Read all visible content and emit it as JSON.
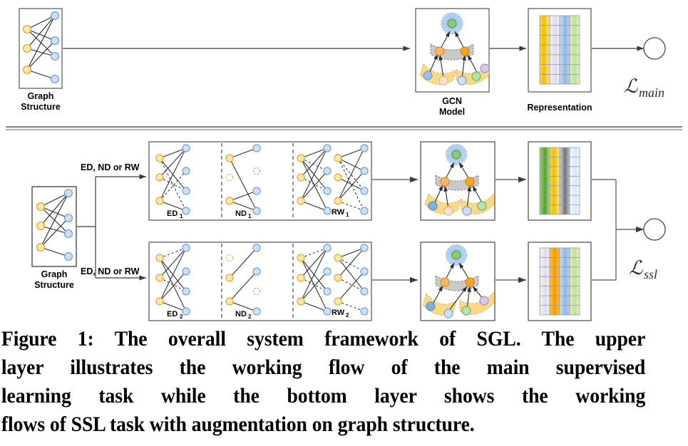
{
  "figure": {
    "caption_lines": [
      "Figure 1: The overall system framework of SGL. The upper",
      "layer illustrates the working flow of the main supervised",
      "learning task while the bottom layer shows the working",
      "flows of SSL task with augmentation on graph structure."
    ],
    "caption_full": "Figure 1: The overall system framework of SGL. The upper layer illustrates the working flow of the main supervised learning task while the bottom layer shows the working flows of SSL task with augmentation on graph structure."
  },
  "labels": {
    "graph_structure_top": "Graph\nStructure",
    "graph_structure_line1": "Graph",
    "graph_structure_line2": "Structure",
    "gcn_model_line1": "GCN",
    "gcn_model_line2": "Model",
    "representation": "Representation",
    "aug_choice": "ED, ND or RW",
    "ed1_base": "ED",
    "ed1_sub": "1",
    "nd1_base": "ND",
    "nd1_sub": "1",
    "rw1_base": "RW",
    "rw1_sub": "1",
    "ed2_base": "ED",
    "ed2_sub": "2",
    "nd2_base": "ND",
    "nd2_sub": "2",
    "rw2_base": "RW",
    "rw2_sub": "2",
    "loss_main_symbol": "ℒ",
    "loss_main_sub": "main",
    "loss_ssl_symbol": "ℒ",
    "loss_ssl_sub": "ssl"
  },
  "colors": {
    "user_node_fill": "#fde9a6",
    "user_node_stroke": "#e8a33d",
    "item_node_fill": "#cfe0f5",
    "item_node_stroke": "#6f9fd8",
    "edge": "#2b2b2b",
    "box_stroke": "#808080",
    "divider": "#a0a0a0",
    "arrow": "#3a3a3a",
    "green_node": "#8cc97d",
    "orange_node": "#f5a623",
    "purple_node": "#d6c8e8",
    "blue_halo": "#a9c9ee",
    "gray_band": "#c9c9c9",
    "yellow_band": "#fcd97f",
    "rep_yellow": "#f2c417",
    "rep_lavender": "#e3e2f0",
    "rep_blue": "#9cc0ea",
    "rep_green": "#c9e6a5",
    "rep_green_dark": "#57a832",
    "rep_gray": "#8f9296",
    "rep_lightblue": "#def0fb",
    "rep_orange": "#f5a100"
  },
  "chart_data": {
    "type": "diagram",
    "title": "SGL overall system framework",
    "upper_pipeline": [
      "Graph Structure",
      "GCN Model",
      "Representation",
      "L_main"
    ],
    "lower_pipeline": [
      "Graph Structure",
      "ED, ND or RW augmentation",
      "GCN Model",
      "Representation",
      "L_ssl"
    ],
    "augmentation_views": 2,
    "augmentation_operators": [
      "ED",
      "ND",
      "RW"
    ],
    "representation_columns_main": [
      "#f2c417",
      "#e3e2f0",
      "#9cc0ea",
      "#c9e6a5"
    ],
    "representation_columns_ssl_view1": [
      "#57a832",
      "#f2c417",
      "#8f9296",
      "#def0fb"
    ],
    "representation_columns_ssl_view2": [
      "#e3e2f0",
      "#f5a100",
      "#9cc0ea",
      "#c9e6a5"
    ],
    "representation_rows": 7,
    "graph_user_nodes": 3,
    "graph_item_nodes": 4
  }
}
